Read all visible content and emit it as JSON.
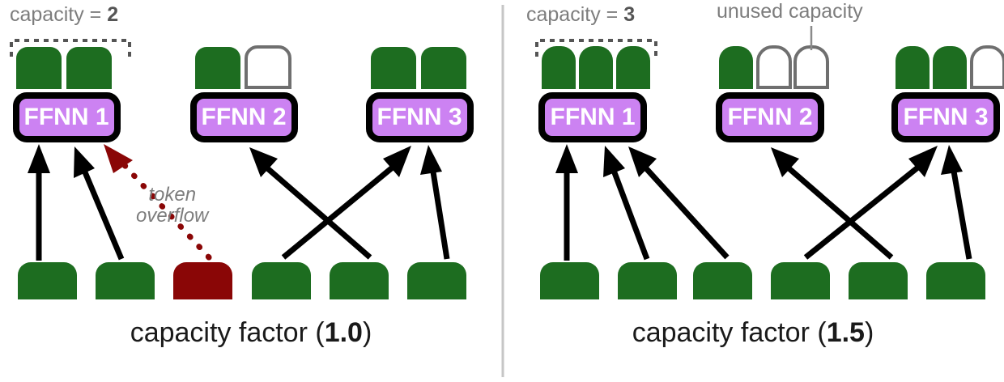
{
  "figure": {
    "title": "Mixture-of-Experts capacity factor comparison",
    "colors": {
      "token_green": "#1d6d20",
      "token_overflow_red": "#8a0606",
      "expert_purple": "#cc82f2",
      "empty_slot_outline": "#6f6f6f",
      "annotation_grey": "#7d7d7d",
      "divider_grey": "#c6c6c6",
      "expert_border": "#000000",
      "arrow_black": "#000000"
    }
  },
  "panels": [
    {
      "id": "left",
      "caption_prefix": "capacity factor (",
      "caption_value": "1.0",
      "caption_suffix": ")",
      "capacity_label_prefix": "capacity = ",
      "capacity_label_value": "2",
      "capacity_per_expert": 2,
      "experts": [
        {
          "label": "FFNN 1",
          "slots": [
            "filled",
            "filled"
          ]
        },
        {
          "label": "FFNN 2",
          "slots": [
            "filled",
            "empty"
          ]
        },
        {
          "label": "FFNN 3",
          "slots": [
            "filled",
            "filled"
          ]
        }
      ],
      "tokens": [
        {
          "index": 1,
          "state": "routed",
          "routed_to": "FFNN 1"
        },
        {
          "index": 2,
          "state": "routed",
          "routed_to": "FFNN 1"
        },
        {
          "index": 3,
          "state": "overflow",
          "routed_to": null
        },
        {
          "index": 4,
          "state": "routed",
          "routed_to": "FFNN 3"
        },
        {
          "index": 5,
          "state": "routed",
          "routed_to": "FFNN 2"
        },
        {
          "index": 6,
          "state": "routed",
          "routed_to": "FFNN 3"
        }
      ],
      "annotations": [
        {
          "name": "token-overflow",
          "line1": "token",
          "line2": "overflow"
        }
      ]
    },
    {
      "id": "right",
      "caption_prefix": "capacity factor (",
      "caption_value": "1.5",
      "caption_suffix": ")",
      "capacity_label_prefix": "capacity = ",
      "capacity_label_value": "3",
      "capacity_per_expert": 3,
      "experts": [
        {
          "label": "FFNN 1",
          "slots": [
            "filled",
            "filled",
            "filled"
          ]
        },
        {
          "label": "FFNN 2",
          "slots": [
            "filled",
            "empty",
            "empty"
          ]
        },
        {
          "label": "FFNN 3",
          "slots": [
            "filled",
            "filled",
            "empty"
          ]
        }
      ],
      "tokens": [
        {
          "index": 1,
          "state": "routed",
          "routed_to": "FFNN 1"
        },
        {
          "index": 2,
          "state": "routed",
          "routed_to": "FFNN 1"
        },
        {
          "index": 3,
          "state": "routed",
          "routed_to": "FFNN 1"
        },
        {
          "index": 4,
          "state": "routed",
          "routed_to": "FFNN 3"
        },
        {
          "index": 5,
          "state": "routed",
          "routed_to": "FFNN 2"
        },
        {
          "index": 6,
          "state": "routed",
          "routed_to": "FFNN 3"
        }
      ],
      "annotations": [
        {
          "name": "unused-capacity",
          "line1": "unused capacity",
          "line2": ""
        }
      ]
    }
  ]
}
